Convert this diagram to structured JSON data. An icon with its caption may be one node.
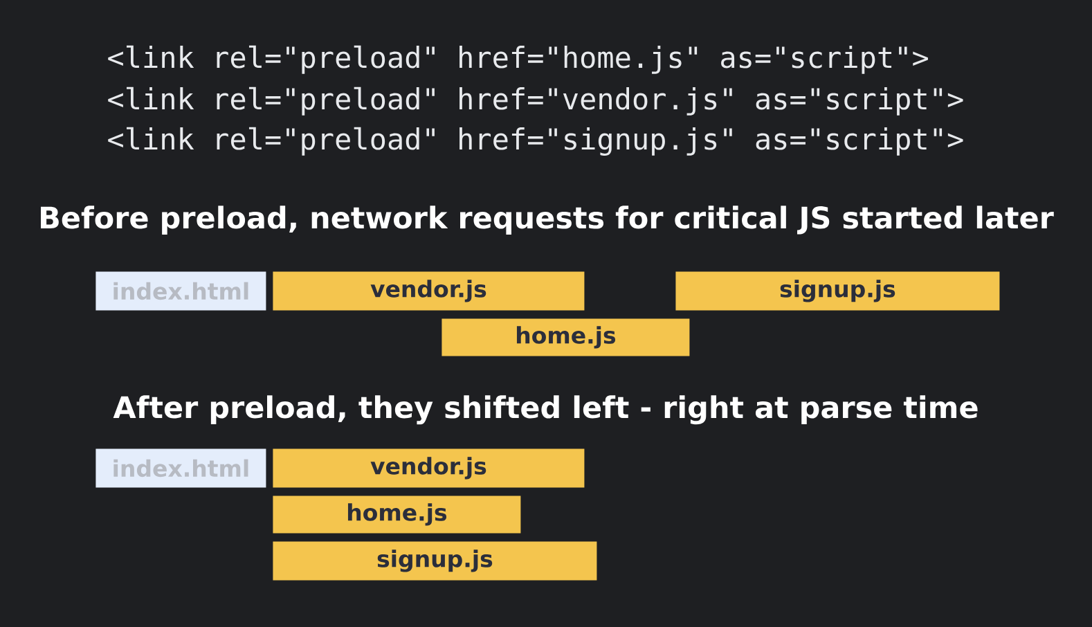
{
  "diagram": {
    "nodes": [
      {
        "text": [
          "index.html"
        ]
      },
      {
        "text": [
          "vendor.js"
        ]
      },
      {
        "text": [
          "signup.js"
        ]
      },
      {
        "text": [
          "home.js"
        ]
      },
      {
        "text": [
          "index.html"
        ]
      },
      {
        "text": [
          "vendor.js"
        ]
      },
      {
        "text": [
          "home.js"
        ]
      },
      {
        "text": [
          "signup.js"
        ]
      }
    ],
    "labels": [
      "<link rel=\"preload\" href=\"home.js\" as=\"script\">",
      "<link rel=\"preload\" href=\"vendor.js\" as=\"script\">",
      "<link rel=\"preload\" href=\"signup.js\" as=\"script\">",
      "Before preload, network requests for critical JS started later",
      "After preload, they shifted left - right at parse time"
    ]
  }
}
